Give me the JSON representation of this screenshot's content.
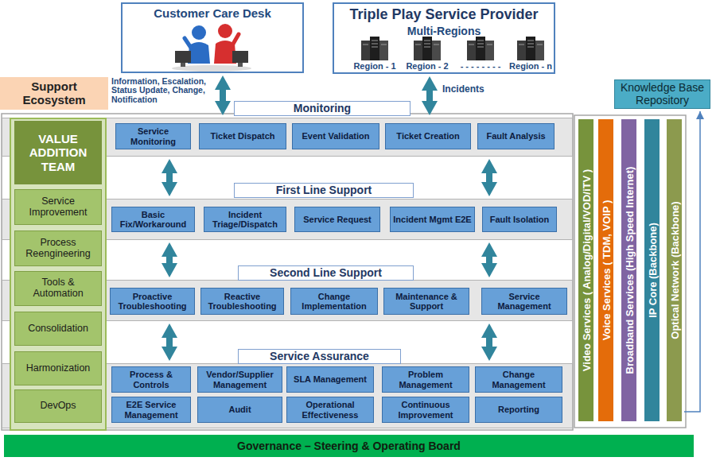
{
  "diagram": {
    "nodes": [
      {
        "text": [
          "Customer Care Desk"
        ]
      },
      {
        "text": [
          "Triple Play Service Provider",
          "Multi-Regions"
        ]
      },
      {
        "text": [
          "Support Ecosystem"
        ]
      },
      {
        "text": [
          "Knowledge Base Repository"
        ]
      },
      {
        "text": [
          "Monitoring"
        ]
      },
      {
        "text": [
          "Service Monitoring"
        ],
        "in": 4
      },
      {
        "text": [
          "Ticket Dispatch"
        ],
        "in": 4
      },
      {
        "text": [
          "Event Validation"
        ],
        "in": 4
      },
      {
        "text": [
          "Ticket Creation"
        ],
        "in": 4
      },
      {
        "text": [
          "Fault Analysis"
        ],
        "in": 4
      },
      {
        "text": [
          "VALUE ADDITION TEAM"
        ]
      },
      {
        "text": [
          "Service Improvement"
        ],
        "in": 10
      },
      {
        "text": [
          "Process Reengineering"
        ],
        "in": 10
      },
      {
        "text": [
          "Tools & Automation"
        ],
        "in": 10
      },
      {
        "text": [
          "Consolidation"
        ],
        "in": 10
      },
      {
        "text": [
          "Harmonization"
        ],
        "in": 10
      },
      {
        "text": [
          "DevOps"
        ],
        "in": 10
      },
      {
        "text": [
          "First Line Support"
        ]
      },
      {
        "text": [
          "Basic Fix/Workaround"
        ],
        "in": 17
      },
      {
        "text": [
          "Incident Triage/Dispatch"
        ],
        "in": 17
      },
      {
        "text": [
          "Service Request"
        ],
        "in": 17
      },
      {
        "text": [
          "Incident Mgmt E2E"
        ],
        "in": 17
      },
      {
        "text": [
          "Fault Isolation"
        ],
        "in": 17
      },
      {
        "text": [
          "Second Line Support"
        ]
      },
      {
        "text": [
          "Proactive Troubleshooting"
        ],
        "in": 23
      },
      {
        "text": [
          "Reactive Troubleshooting"
        ],
        "in": 23
      },
      {
        "text": [
          "Change Implementation"
        ],
        "in": 23
      },
      {
        "text": [
          "Maintenance & Support"
        ],
        "in": 23
      },
      {
        "text": [
          "Service Management"
        ],
        "in": 23
      },
      {
        "text": [
          "Service Assurance"
        ]
      },
      {
        "text": [
          "Process & Controls"
        ],
        "in": 29
      },
      {
        "text": [
          "Vendor/Supplier Management"
        ],
        "in": 29
      },
      {
        "text": [
          "SLA Management"
        ],
        "in": 29
      },
      {
        "text": [
          "Problem Management"
        ],
        "in": 29
      },
      {
        "text": [
          "Change Management"
        ],
        "in": 29
      },
      {
        "text": [
          "E2E Service Management"
        ],
        "in": 29
      },
      {
        "text": [
          "Audit"
        ],
        "in": 29
      },
      {
        "text": [
          "Operational Effectiveness"
        ],
        "in": 29
      },
      {
        "text": [
          "Continuous Improvement"
        ],
        "in": 29
      },
      {
        "text": [
          "Reporting"
        ],
        "in": 29
      },
      {
        "text": [
          "Video Services ( Analog/Digital/VOD/iTV )"
        ]
      },
      {
        "text": [
          "Voice Services ( TDM, VOIP )"
        ]
      },
      {
        "text": [
          "Broadband Services (High Speed Internet)"
        ]
      },
      {
        "text": [
          "IP Core (Backbone)"
        ]
      },
      {
        "text": [
          "Optical Network (Backbone)"
        ]
      },
      {
        "text": [
          "Governance – Steering & Operating Board"
        ]
      }
    ],
    "edges": [
      {
        "from": 0,
        "to": 4,
        "arrow": "both"
      },
      {
        "from": 1,
        "to": 4,
        "arrow": "both"
      },
      {
        "from": 4,
        "to": 17,
        "arrow": "both"
      },
      {
        "from": 4,
        "to": 17,
        "arrow": "both"
      },
      {
        "from": 17,
        "to": 23,
        "arrow": "both"
      },
      {
        "from": 17,
        "to": 23,
        "arrow": "both"
      },
      {
        "from": 23,
        "to": 29,
        "arrow": "both"
      },
      {
        "from": 23,
        "to": 29,
        "arrow": "both"
      },
      {
        "from": 44,
        "to": 3,
        "arrow": "to"
      }
    ],
    "labels": [
      "Information, Escalation, Status Update, Change, Notification",
      "Incidents",
      "Region - 1",
      "Region - 2",
      "- - - - - - - -",
      "Region - n"
    ]
  }
}
